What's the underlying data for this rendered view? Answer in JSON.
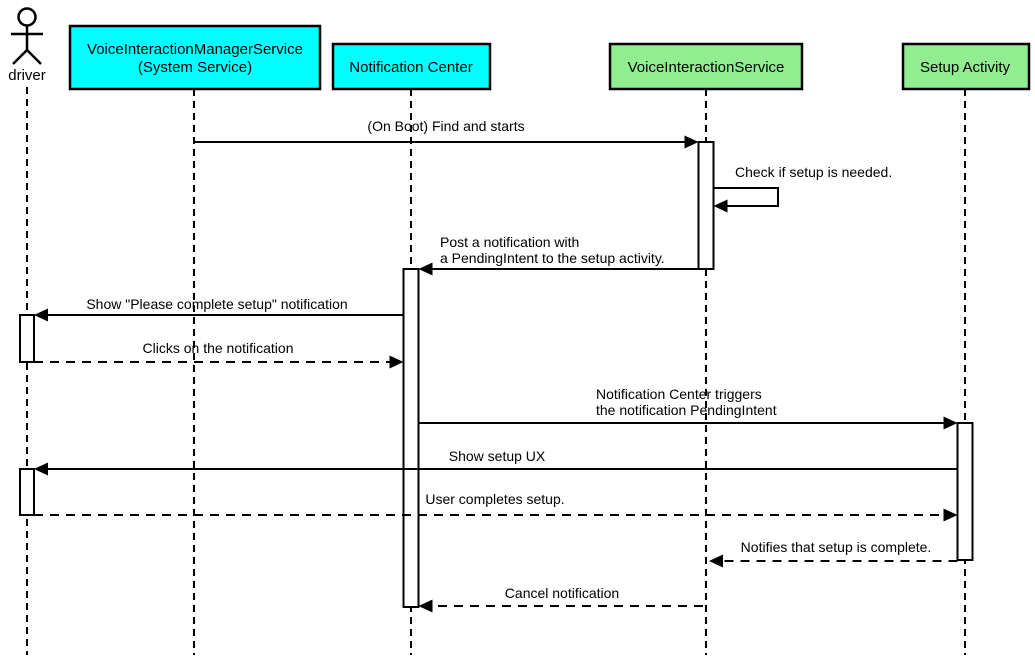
{
  "diagram_type": "uml-sequence",
  "actor": {
    "name": "driver"
  },
  "participants": [
    {
      "label_line1": "VoiceInteractionManagerService",
      "label_line2": "(System Service)",
      "fill": "#00ffff"
    },
    {
      "label": "Notification Center",
      "fill": "#00ffff"
    },
    {
      "label": "VoiceInteractionService",
      "fill": "#90ee90"
    },
    {
      "label": "Setup Activity",
      "fill": "#90ee90"
    }
  ],
  "messages": [
    {
      "from": "VoiceInteractionManagerService (System Service)",
      "to": "VoiceInteractionService",
      "style": "solid",
      "label": "(On Boot) Find and starts"
    },
    {
      "from": "VoiceInteractionService",
      "to": "VoiceInteractionService",
      "style": "solid-self",
      "label": "Check if setup is needed."
    },
    {
      "from": "VoiceInteractionService",
      "to": "Notification Center",
      "style": "solid",
      "label_line1": "Post a notification with",
      "label_line2": "a PendingIntent to the setup activity."
    },
    {
      "from": "Notification Center",
      "to": "driver",
      "style": "solid",
      "label": "Show \"Please complete setup\" notification"
    },
    {
      "from": "driver",
      "to": "Notification Center",
      "style": "dashed",
      "label": "Clicks on the notification"
    },
    {
      "from": "Notification Center",
      "to": "Setup Activity",
      "style": "solid",
      "label_line1": "Notification Center triggers",
      "label_line2": "the notification PendingIntent"
    },
    {
      "from": "Setup Activity",
      "to": "driver",
      "style": "solid",
      "label": "Show setup UX"
    },
    {
      "from": "driver",
      "to": "Setup Activity",
      "style": "dashed",
      "label": "User completes setup."
    },
    {
      "from": "Setup Activity",
      "to": "VoiceInteractionService",
      "style": "dashed",
      "label": "Notifies that setup is complete."
    },
    {
      "from": "VoiceInteractionService",
      "to": "Notification Center",
      "style": "dashed",
      "label": "Cancel notification"
    }
  ],
  "colors": {
    "system_service_fill": "#00ffff",
    "app_component_fill": "#90ee90",
    "stroke": "#000000",
    "activation_fill": "#ffffff",
    "background": "#ffffff"
  }
}
